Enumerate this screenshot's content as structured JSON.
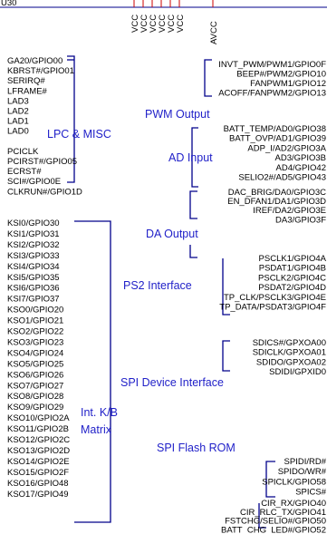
{
  "ref_designator": "U30",
  "power_pins": [
    "VCC",
    "VCC",
    "VCC",
    "VCC",
    "VCC",
    "VCC"
  ],
  "avcc_pin": "AVCC",
  "left_groups": [
    {
      "label": "LPC & MISC",
      "pins": [
        "GA20/GPIO00",
        "KBRST#/GPIO01",
        "SERIRQ#",
        "LFRAME#",
        "LAD3",
        "LAD2",
        "LAD1",
        "LAD0",
        "",
        "PCICLK",
        "PCIRST#/GPIO05",
        "ECRST#",
        "SCI#/GPIO0E",
        "CLKRUN#/GPIO1D"
      ]
    },
    {
      "label": "Int. K/B Matrix",
      "pins": [
        "KSI0/GPIO30",
        "KSI1/GPIO31",
        "KSI2/GPIO32",
        "KSI3/GPIO33",
        "KSI4/GPIO34",
        "KSI5/GPIO35",
        "KSI6/GPIO36",
        "KSI7/GPIO37",
        "KSO0/GPIO20",
        "KSO1/GPIO21",
        "KSO2/GPIO22",
        "KSO3/GPIO23",
        "KSO4/GPIO24",
        "KSO5/GPIO25",
        "KSO6/GPIO26",
        "KSO7/GPIO27",
        "KSO8/GPIO28",
        "KSO9/GPIO29",
        "KSO10/GPIO2A",
        "KSO11/GPIO2B",
        "KSO12/GPIO2C",
        "KSO13/GPIO2D",
        "KSO14/GPIO2E",
        "KSO15/GPIO2F",
        "KSO16/GPIO48",
        "KSO17/GPIO49"
      ]
    }
  ],
  "right_groups": [
    {
      "label": "PWM Output",
      "pins": [
        "INVT_PWM/PWM1/GPIO0F",
        "BEEP#/PWM2/GPIO10",
        "FANPWM1/GPIO12",
        "ACOFF/FANPWM2/GPIO13"
      ]
    },
    {
      "label": "AD Input",
      "pins": [
        "BATT_TEMP/AD0/GPIO38",
        "BATT_OVP/AD1/GPIO39",
        "ADP_I/AD2/GPIO3A",
        "AD3/GPIO3B",
        "AD4/GPIO42",
        "SELIO2#/AD5/GPIO43"
      ]
    },
    {
      "label": "DA Output",
      "pins": [
        "DAC_BRIG/DA0/GPIO3C",
        "EN_DFAN1/DA1/GPIO3D",
        "IREF/DA2/GPIO3E",
        "DA3/GPIO3F"
      ]
    },
    {
      "label": "PS2 Interface",
      "pins": [
        "PSCLK1/GPIO4A",
        "PSDAT1/GPIO4B",
        "PSCLK2/GPIO4C",
        "PSDAT2/GPIO4D",
        "TP_CLK/PSCLK3/GPIO4E",
        "TP_DATA/PSDAT3/GPIO4F"
      ]
    },
    {
      "label": "SPI Device Interface",
      "pins": [
        "SDICS#/GPXOA00",
        "SDICLK/GPXOA01",
        "SDIDO/GPXOA02",
        "SDIDI/GPXID0"
      ]
    },
    {
      "label": "SPI Flash ROM",
      "pins": [
        "SPIDI/RD#",
        "SPIDO/WR#",
        "SPICLK/GPIO58",
        "SPICS#"
      ]
    },
    {
      "label": "",
      "pins": [
        "CIR_RX/GPIO40",
        "CIR_RLC_TX/GPIO41",
        "FSTCHG/SELIO#/GPIO50",
        "BATT_CHG_LED#/GPIO52"
      ]
    }
  ]
}
